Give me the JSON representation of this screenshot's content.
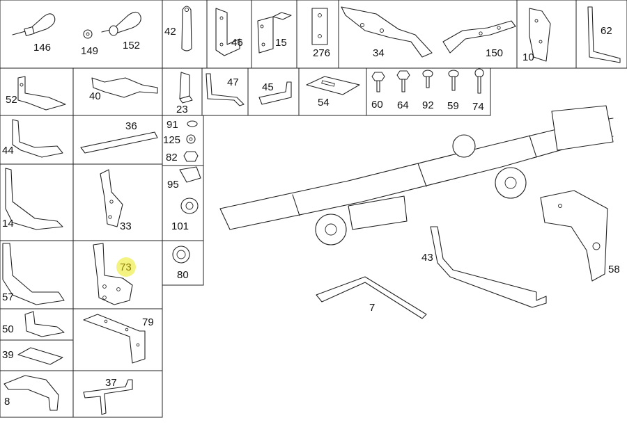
{
  "callouts": {
    "c146": "146",
    "c149": "149",
    "c152": "152",
    "c42": "42",
    "c46": "46",
    "c15": "15",
    "c276": "276",
    "c34": "34",
    "c150": "150",
    "c10": "10",
    "c62": "62",
    "c52": "52",
    "c40": "40",
    "c23": "23",
    "c47": "47",
    "c45": "45",
    "c54": "54",
    "c60": "60",
    "c64": "64",
    "c92": "92",
    "c59": "59",
    "c74": "74",
    "c44": "44",
    "c36": "36",
    "c91": "91",
    "c125": "125",
    "c82": "82",
    "c14": "14",
    "c33": "33",
    "c95": "95",
    "c101": "101",
    "c57": "57",
    "c73": "73",
    "c80": "80",
    "c50": "50",
    "c79": "79",
    "c39": "39",
    "c8": "8",
    "c37": "37",
    "c43": "43",
    "c58": "58",
    "c7": "7"
  },
  "highlight": {
    "part": "73",
    "color": "#f2f06a"
  }
}
